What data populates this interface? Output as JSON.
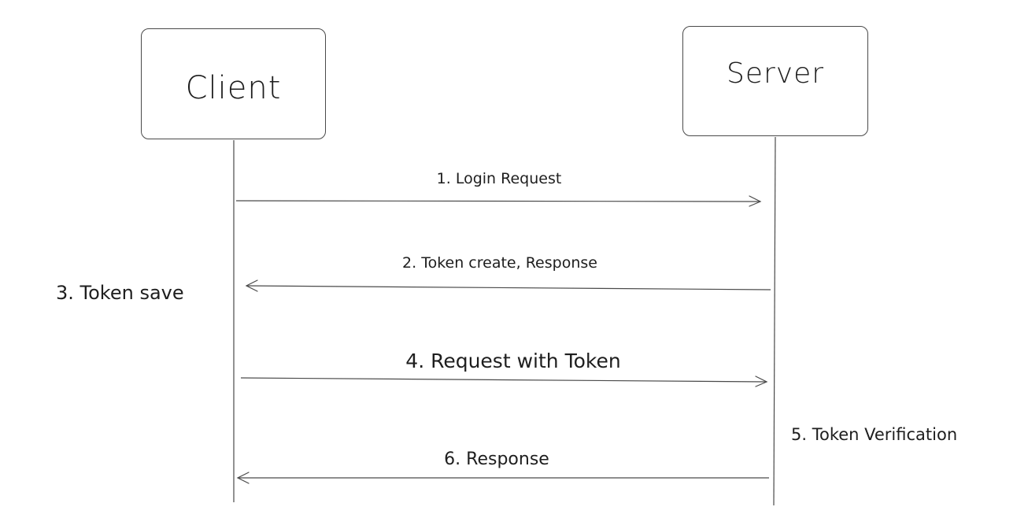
{
  "participants": {
    "client": {
      "label": "Client"
    },
    "server": {
      "label": "Server"
    }
  },
  "messages": {
    "login_request": "1. Login Request",
    "token_create_response": "2. Token create, Response",
    "request_with_token": "4. Request with Token",
    "response": "6. Response"
  },
  "notes": {
    "token_save": "3. Token save",
    "token_verification": "5. Token Verification"
  },
  "colors": {
    "stroke": "#4a4a4a",
    "text": "#1e1e1e",
    "background": "#ffffff"
  }
}
